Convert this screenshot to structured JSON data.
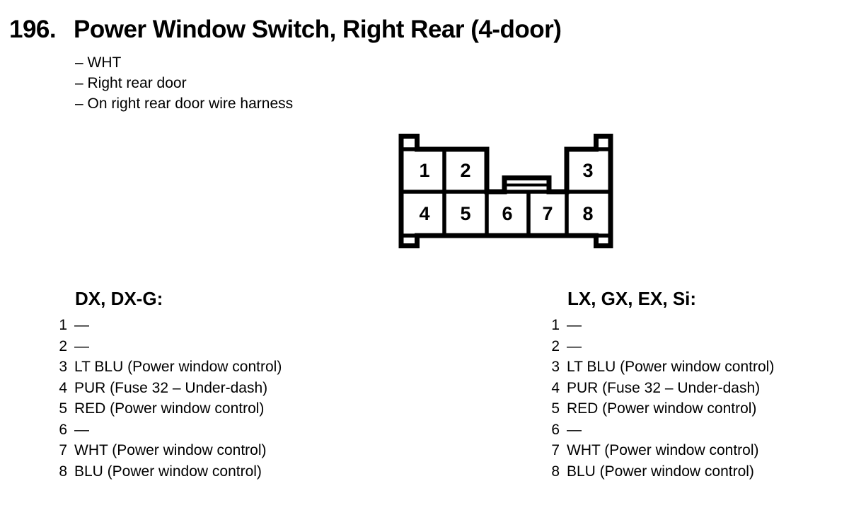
{
  "page": {
    "number": "196.",
    "title": "Power Window Switch, Right Rear (4-door)",
    "notes": [
      "– WHT",
      "– Right rear door",
      "– On right rear door wire harness"
    ],
    "text_color": "#000000",
    "background_color": "#ffffff"
  },
  "connector": {
    "pins": [
      "1",
      "2",
      "3",
      "4",
      "5",
      "6",
      "7",
      "8"
    ]
  },
  "pinouts": [
    {
      "header": "DX, DX-G:",
      "rows": [
        {
          "pin": "1",
          "desc": "—"
        },
        {
          "pin": "2",
          "desc": "—"
        },
        {
          "pin": "3",
          "desc": "LT BLU (Power window control)"
        },
        {
          "pin": "4",
          "desc": "PUR (Fuse 32 – Under-dash)"
        },
        {
          "pin": "5",
          "desc": "RED (Power window control)"
        },
        {
          "pin": "6",
          "desc": "—"
        },
        {
          "pin": "7",
          "desc": "WHT (Power window control)"
        },
        {
          "pin": "8",
          "desc": "BLU (Power window control)"
        }
      ]
    },
    {
      "header": "LX, GX, EX, Si:",
      "rows": [
        {
          "pin": "1",
          "desc": "—"
        },
        {
          "pin": "2",
          "desc": "—"
        },
        {
          "pin": "3",
          "desc": "LT BLU (Power window control)"
        },
        {
          "pin": "4",
          "desc": "PUR (Fuse 32 – Under-dash)"
        },
        {
          "pin": "5",
          "desc": "RED (Power window control)"
        },
        {
          "pin": "6",
          "desc": "—"
        },
        {
          "pin": "7",
          "desc": "WHT (Power window control)"
        },
        {
          "pin": "8",
          "desc": "BLU (Power window control)"
        }
      ]
    }
  ]
}
